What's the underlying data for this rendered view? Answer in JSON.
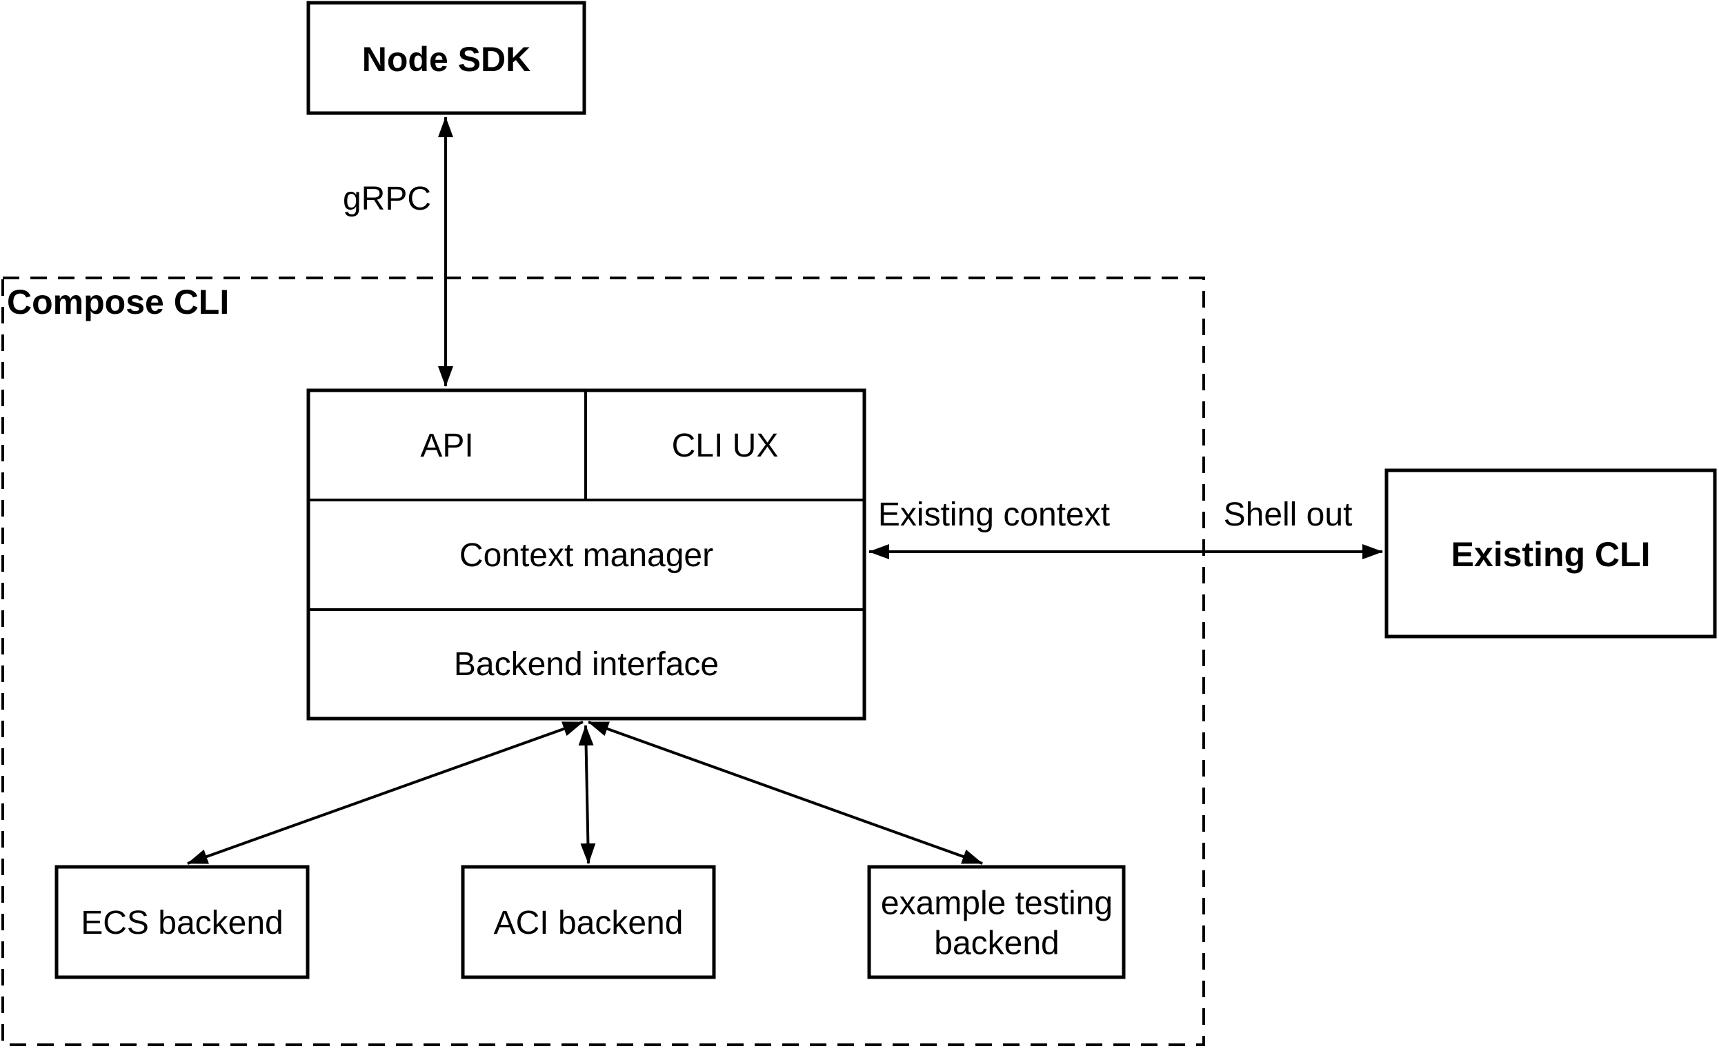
{
  "diagram": {
    "type": "architecture-diagram",
    "container_label": "Compose CLI",
    "background_color": "#ffffff",
    "stroke_color": "#000000",
    "text_color": "#000000"
  },
  "nodes": {
    "node_sdk": {
      "label": "Node SDK"
    },
    "api": {
      "label": "API"
    },
    "cli_ux": {
      "label": "CLI UX"
    },
    "context_manager": {
      "label": "Context manager"
    },
    "backend_interface": {
      "label": "Backend interface"
    },
    "existing_cli": {
      "label": "Existing CLI"
    },
    "ecs_backend": {
      "label": "ECS backend"
    },
    "aci_backend": {
      "label": "ACI backend"
    },
    "example_testing_backend": {
      "label": "example testing backend"
    }
  },
  "edges": {
    "grpc": {
      "label": "gRPC",
      "style": "double-arrow"
    },
    "existing_context": {
      "label": "Existing context",
      "style": "double-arrow"
    },
    "shell_out": {
      "label": "Shell out",
      "style": "double-arrow"
    },
    "backend_ecs": {
      "label": "",
      "style": "double-arrow"
    },
    "backend_aci": {
      "label": "",
      "style": "double-arrow"
    },
    "backend_example": {
      "label": "",
      "style": "double-arrow"
    }
  }
}
